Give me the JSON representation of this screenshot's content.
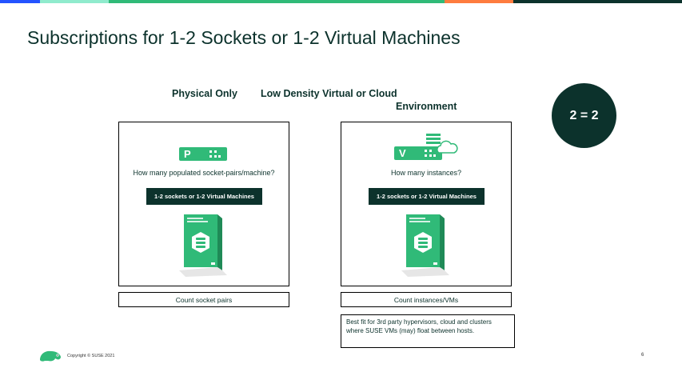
{
  "colors": {
    "dark_green": "#0c322c",
    "suse_green": "#30ba78",
    "light_green": "#90ebcd",
    "orange": "#fe7c3f",
    "blue": "#2453ff"
  },
  "slide": {
    "title": "Subscriptions for 1-2 Sockets or 1-2 Virtual Machines",
    "badge": "2 = 2",
    "left_column": {
      "heading": "Physical Only",
      "icon_letter": "P",
      "icon_name": "physical-server-icon",
      "question": "How many populated socket-pairs/machine?",
      "pill": "1-2 sockets or 1-2 Virtual Machines",
      "caption": "Count socket pairs"
    },
    "right_column": {
      "heading_line1": "Low Density Virtual or Cloud",
      "heading_line2": "Environment",
      "icon_letter": "V",
      "icon_name": "virtual-server-cloud-icon",
      "question": "How many instances?",
      "pill": "1-2 sockets or 1-2 Virtual Machines",
      "caption": "Count instances/VMs",
      "note": "Best fit for 3rd party hypervisors, cloud and clusters where SUSE VMs (may) float between hosts."
    },
    "footer": {
      "copyright": "Copyright © SUSE 2021",
      "page_number": "6"
    }
  }
}
